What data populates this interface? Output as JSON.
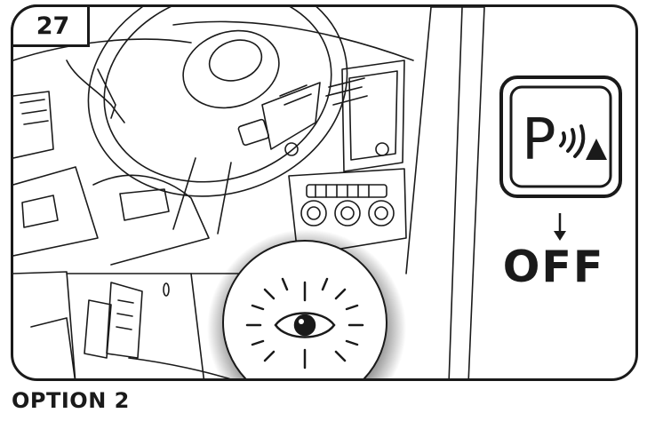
{
  "step": {
    "number": "27"
  },
  "caption": {
    "option": "OPTION 2"
  },
  "button_state": {
    "label": "OFF"
  },
  "icons": {
    "parking_sensor": "parking-sensor-icon",
    "visual_check": "eye-icon",
    "arrow": "arrow-down-icon"
  },
  "colors": {
    "line": "#1a1a1a",
    "background": "#ffffff"
  }
}
